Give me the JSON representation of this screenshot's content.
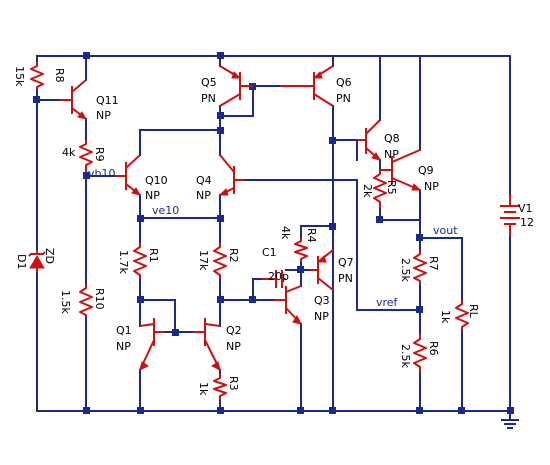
{
  "components": {
    "R8": {
      "name": "R8",
      "value": "15k"
    },
    "R9": {
      "name": "R9",
      "value": "4k"
    },
    "R10": {
      "name": "R10",
      "value": "1.5k"
    },
    "R1": {
      "name": "R1",
      "value": "1.7k"
    },
    "R2": {
      "name": "R2",
      "value": "17k"
    },
    "R3": {
      "name": "R3",
      "value": "1k"
    },
    "R4": {
      "name": "R4",
      "value": "4k"
    },
    "R5": {
      "name": "R5",
      "value": "2k"
    },
    "R6": {
      "name": "R6",
      "value": "2.5k"
    },
    "R7": {
      "name": "R7",
      "value": "2.5k"
    },
    "RL": {
      "name": "RL",
      "value": "1k"
    },
    "C1": {
      "name": "C1",
      "value": "20p"
    },
    "D1": {
      "name": "D1",
      "value": "ZD"
    },
    "V1": {
      "name": "V1",
      "value": "12"
    },
    "Q1": {
      "name": "Q1",
      "type": "NP"
    },
    "Q2": {
      "name": "Q2",
      "type": "NP"
    },
    "Q3": {
      "name": "Q3",
      "type": "NP"
    },
    "Q4": {
      "name": "Q4",
      "type": "NP"
    },
    "Q5": {
      "name": "Q5",
      "type": "PN"
    },
    "Q6": {
      "name": "Q6",
      "type": "PN"
    },
    "Q7": {
      "name": "Q7",
      "type": "PN"
    },
    "Q8": {
      "name": "Q8",
      "type": "NP"
    },
    "Q9": {
      "name": "Q9",
      "type": "NP"
    },
    "Q10": {
      "name": "Q10",
      "type": "NP"
    },
    "Q11": {
      "name": "Q11",
      "type": "NP"
    }
  },
  "nets": {
    "vb10": "vb10",
    "ve10": "ve10",
    "vout": "vout",
    "vref": "vref"
  },
  "colors": {
    "wire": "#1a2a8a",
    "component": "#cc1111",
    "background": "#ffffff"
  }
}
